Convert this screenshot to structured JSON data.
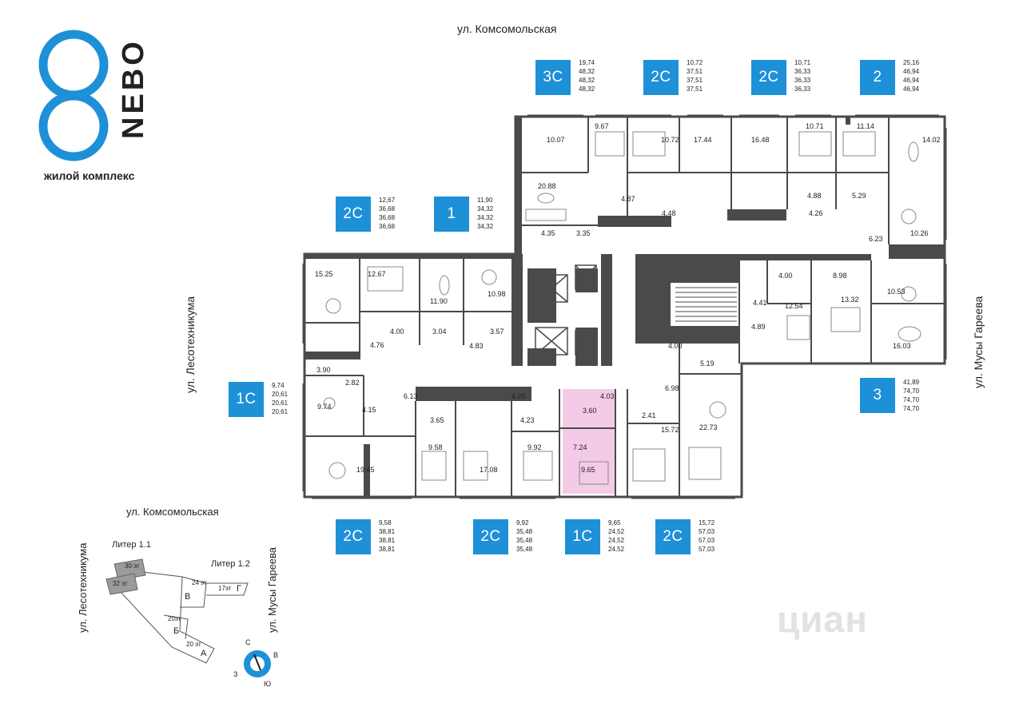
{
  "brand": {
    "logo_number": "8",
    "logo_word": "NEBO",
    "subtitle": "жилой комплекс",
    "color": "#1e90d8"
  },
  "streets": {
    "top": "ул. Комсомольская",
    "left": "ул. Лесотехникума",
    "right": "ул. Мусы Гареева"
  },
  "apartments": [
    {
      "type": "3С",
      "areas": [
        "19,74",
        "48,32",
        "48,32",
        "48,32"
      ]
    },
    {
      "type": "2С",
      "areas": [
        "10,72",
        "37,51",
        "37,51",
        "37,51"
      ]
    },
    {
      "type": "2С",
      "areas": [
        "10,71",
        "36,33",
        "36,33",
        "36,33"
      ]
    },
    {
      "type": "2",
      "areas": [
        "25,16",
        "46,94",
        "46,94",
        "46,94"
      ]
    },
    {
      "type": "2С",
      "areas": [
        "12,67",
        "36,68",
        "36,68",
        "36,68"
      ]
    },
    {
      "type": "1",
      "areas": [
        "11,90",
        "34,32",
        "34,32",
        "34,32"
      ]
    },
    {
      "type": "1С",
      "areas": [
        "9,74",
        "20,61",
        "20,61",
        "20,61"
      ]
    },
    {
      "type": "3",
      "areas": [
        "41,89",
        "74,70",
        "74,70",
        "74,70"
      ]
    },
    {
      "type": "2С",
      "areas": [
        "9,58",
        "38,81",
        "38,81",
        "38,81"
      ]
    },
    {
      "type": "2С",
      "areas": [
        "9,92",
        "35,48",
        "35,48",
        "35,48"
      ]
    },
    {
      "type": "1С",
      "areas": [
        "9,65",
        "24,52",
        "24,52",
        "24,52"
      ]
    },
    {
      "type": "2С",
      "areas": [
        "15,72",
        "57,03",
        "57,03",
        "57,03"
      ]
    }
  ],
  "rooms": [
    "10.07",
    "9.67",
    "10.72",
    "17.44",
    "16.48",
    "10.71",
    "11.14",
    "14.02",
    "20.88",
    "4.87",
    "4.48",
    "4.88",
    "5.29",
    "4.26",
    "10.26",
    "4.35",
    "3.35",
    "6.23",
    "15.25",
    "12.67",
    "11.90",
    "10.98",
    "4.00",
    "8.98",
    "10.53",
    "4.41",
    "12.54",
    "13.32",
    "4.00",
    "3.04",
    "3.57",
    "4.89",
    "4.76",
    "4.83",
    "16.03",
    "4.00",
    "3.90",
    "2.82",
    "5.19",
    "6.98",
    "9.74",
    "6.13",
    "4.15",
    "4.25",
    "4.03",
    "3.60",
    "2.41",
    "3.65",
    "4.23",
    "7.24",
    "22.73",
    "15.72",
    "9.58",
    "9.92",
    "9.65",
    "19.45",
    "17.08"
  ],
  "site_plan": {
    "street_top": "ул. Комсомольская",
    "street_left": "ул. Лесотехникума",
    "street_right": "ул. Мусы Гареева",
    "litera_1": "Литер 1.1",
    "litera_2": "Литер 1.2",
    "floors": [
      "30 эт",
      "32 эт",
      "24 эт",
      "17эт",
      "20эт",
      "20 эт"
    ],
    "sections": [
      "В",
      "Г",
      "Б",
      "А"
    ]
  },
  "compass": {
    "n": "С",
    "e": "В",
    "s": "Ю",
    "w": "З"
  },
  "watermark": "циан",
  "highlight_color": "#f2c6e3",
  "wall_color": "#4a4a4a"
}
